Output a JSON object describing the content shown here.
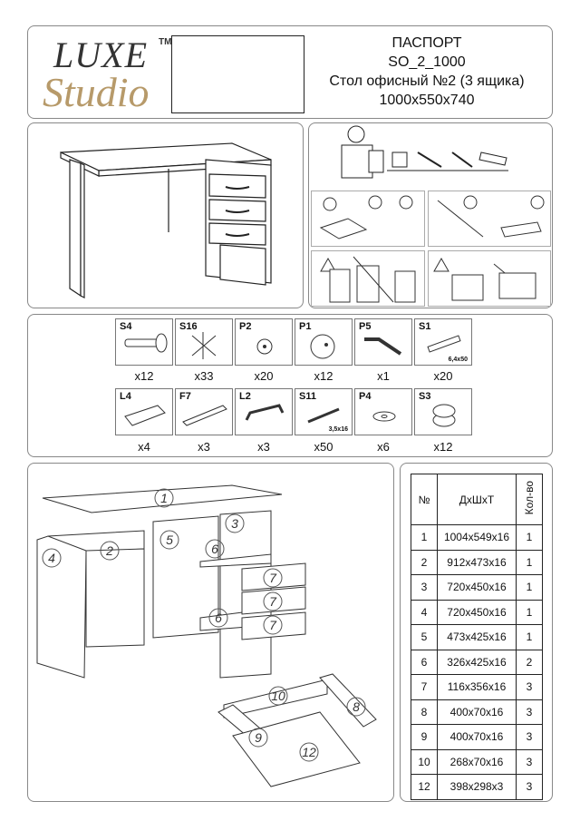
{
  "header": {
    "logo_top": "LUXE",
    "logo_tm": "TM",
    "logo_bottom": "Studio",
    "doc_type": "ПАСПОРТ",
    "code": "SO_2_1000",
    "product": "Стол офисный №2 (3 ящика)",
    "size": "1000x550x740"
  },
  "hardware": {
    "row1": [
      {
        "code": "S4",
        "qty": "x12",
        "icon": "eccentric-bolt"
      },
      {
        "code": "S16",
        "qty": "x33",
        "icon": "screw-pile"
      },
      {
        "code": "P2",
        "qty": "x20",
        "icon": "cap-small"
      },
      {
        "code": "P1",
        "qty": "x12",
        "icon": "cap-large"
      },
      {
        "code": "P5",
        "qty": "x1",
        "icon": "hex-key"
      },
      {
        "code": "S1",
        "qty": "x20",
        "icon": "confirmat",
        "sub": "6,4x50"
      }
    ],
    "row2": [
      {
        "code": "L4",
        "qty": "x4",
        "icon": "plate"
      },
      {
        "code": "F7",
        "qty": "x3",
        "icon": "drawer-slide"
      },
      {
        "code": "L2",
        "qty": "x3",
        "icon": "handle"
      },
      {
        "code": "S11",
        "qty": "x50",
        "icon": "wood-screw",
        "sub": "3,5x16"
      },
      {
        "code": "P4",
        "qty": "x6",
        "icon": "washer"
      },
      {
        "code": "S3",
        "qty": "x12",
        "icon": "cam-lock"
      }
    ]
  },
  "exploded": {
    "callouts": [
      "1",
      "2",
      "3",
      "4",
      "5",
      "6",
      "6",
      "7",
      "7",
      "7",
      "10",
      "8",
      "9",
      "12"
    ]
  },
  "parts_table": {
    "headers": [
      "№",
      "ДхШхТ",
      "Кол-во"
    ],
    "rows": [
      [
        "1",
        "1004x549x16",
        "1"
      ],
      [
        "2",
        "912x473x16",
        "1"
      ],
      [
        "3",
        "720x450x16",
        "1"
      ],
      [
        "4",
        "720x450x16",
        "1"
      ],
      [
        "5",
        "473x425x16",
        "1"
      ],
      [
        "6",
        "326x425x16",
        "2"
      ],
      [
        "7",
        "116x356x16",
        "3"
      ],
      [
        "8",
        "400x70x16",
        "3"
      ],
      [
        "9",
        "400x70x16",
        "3"
      ],
      [
        "10",
        "268x70x16",
        "3"
      ],
      [
        "12",
        "398x298x3",
        "3"
      ]
    ]
  }
}
